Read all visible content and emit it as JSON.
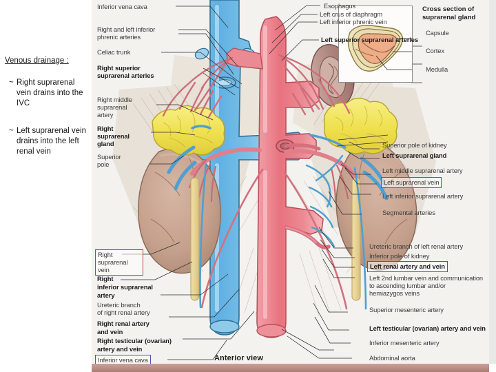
{
  "slide": {
    "notes": {
      "heading": "Venous drainage :",
      "bullets": [
        {
          "marker": "~",
          "text": "Right suprarenal vein drains into the IVC"
        },
        {
          "marker": "~",
          "text": "Left suprarenal vein drains into the left renal vein"
        }
      ]
    },
    "figure": {
      "caption": "Anterior view",
      "inset": {
        "title": "Cross section of suprarenal gland",
        "labels": [
          "Capsule",
          "Cortex",
          "Medulla"
        ]
      },
      "labels_left": [
        "Inferior vena cava",
        "Right and left inferior phrenic arteries",
        "Celiac trunk",
        "Right superior suprarenal arteries",
        "Right middle suprarenal artery",
        "Right suprarenal gland",
        "Superior pole",
        "Right suprarenal vein",
        "Right inferior suprarenal artery",
        "Ureteric branch of right renal artery",
        "Right renal artery and vein",
        "Right testicular (ovarian) artery and vein",
        "Inferior vena cava"
      ],
      "labels_right": [
        "Esophagus",
        "Left crus of diaphragm",
        "Left inferior phrenic vein",
        "Left superior suprarenal arteries",
        "Superior pole of kidney",
        "Left suprarenal gland",
        "Left middle suprarenal artery",
        "Left suprarenal vein",
        "Left inferior suprarenal artery",
        "Segmental arteries",
        "Ureteric branch of left renal artery",
        "Inferior pole of kidney",
        "Left renal artery and vein",
        "Left 2nd lumbar vein and communication to ascending lumbar and/or hemiazygos veins",
        "Superior mesenteric artery",
        "Left testicular (ovarian) artery and vein",
        "Inferior mesenteric artery",
        "Abdominal aorta"
      ],
      "label_text": {
        "ivc_top": "Inferior vena cava",
        "phrenic_arteries_l1": "Right and left inferior",
        "phrenic_arteries_l2": "phrenic arteries",
        "celiac_trunk": "Celiac trunk",
        "r_sup_supra_l1": "Right superior",
        "r_sup_supra_l2": "suprarenal arteries",
        "r_mid_supra_l1": "Right middle",
        "r_mid_supra_l2": "suprarenal",
        "r_mid_supra_l3": "artery",
        "r_supra_gland_l1": "Right",
        "r_supra_gland_l2": "suprarenal",
        "r_supra_gland_l3": "gland",
        "sup_pole_l1": "Superior",
        "sup_pole_l2": "pole",
        "r_supra_vein_l1": "Right",
        "r_supra_vein_l2": "suprarenal",
        "r_supra_vein_l3": "vein",
        "r_inf_supra_l1": "Right",
        "r_inf_supra_l2": "inferior suprarenal",
        "r_inf_supra_l3": "artery",
        "ureteric_r_l1": "Ureteric branch",
        "ureteric_r_l2": "of right renal artery",
        "r_renal_l1": "Right renal artery",
        "r_renal_l2": "and vein",
        "r_testicular_l1": "Right testicular (ovarian)",
        "r_testicular_l2": "artery and vein",
        "ivc_bottom": "Inferior vena cava",
        "esophagus": "Esophagus",
        "left_crus": "Left crus of diaphragm",
        "left_inf_phrenic_vein": "Left inferior phrenic vein",
        "left_sup_supra": "Left superior suprarenal arteries",
        "sup_pole_kidney": "Superior pole of kidney",
        "left_supra_gland": "Left suprarenal gland",
        "left_mid_supra": "Left middle suprarenal artery",
        "left_supra_vein": "Left suprarenal vein",
        "left_inf_supra": "Left inferior suprarenal artery",
        "segmental": "Segmental arteries",
        "ureteric_l": "Ureteric branch of left renal artery",
        "inf_pole_kidney": "Inferior pole of kidney",
        "left_renal": "Left renal artery and vein",
        "left_lumbar_l1": "Left 2nd lumbar vein and communication",
        "left_lumbar_l2": "to ascending lumbar and/or",
        "left_lumbar_l3": "hemiazygos veins",
        "sma": "Superior mesenteric artery",
        "left_testicular": "Left testicular (ovarian) artery and vein",
        "ima": "Inferior mesenteric artery",
        "aorta": "Abdominal aorta",
        "xsec_title_l1": "Cross section of",
        "xsec_title_l2": "suprarenal gland",
        "capsule": "Capsule",
        "cortex": "Cortex",
        "medulla": "Medulla"
      }
    }
  },
  "colors": {
    "vein_blue": "#6fb7e0",
    "artery_red": "#e8858c",
    "kidney_brown": "#c7a492",
    "gland_yellow": "#f2e15c",
    "background": "#f3f2ef",
    "highlight_red": "#c0392b",
    "highlight_blue": "#4a55a8",
    "capsule_cream": "#efe3bd",
    "cortex_orange": "#eead86"
  }
}
